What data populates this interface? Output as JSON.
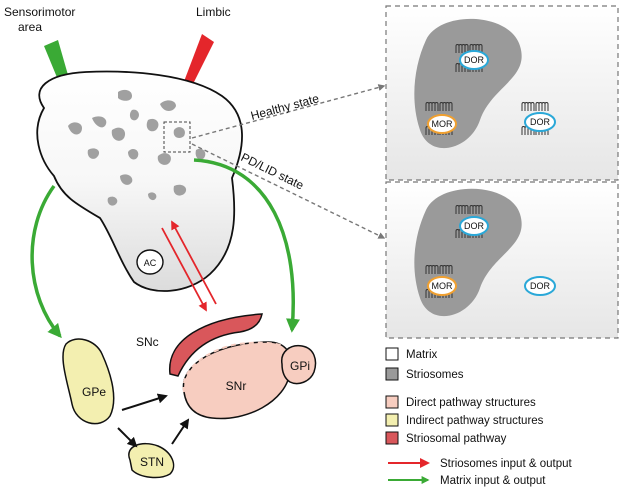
{
  "colors": {
    "green": "#3aaa35",
    "red": "#e4262b",
    "grey": "#9a9a9a",
    "striatum_fill": "#f2f2f2",
    "yellow": "#f3efb0",
    "pink": "#f7cdc0",
    "striosomal": "#d9575b",
    "dor_ring": "#2aa8d8",
    "mor_ring": "#f0a030"
  },
  "labels": {
    "sensorimotor": "Sensorimotor",
    "area": "area",
    "limbic": "Limbic",
    "healthy_state": "Healthy state",
    "pd_lid_state": "PD/LID state",
    "ac": "AC",
    "snc": "SNc",
    "snr": "SNr",
    "gpi": "GPi",
    "gpe": "GPe",
    "stn": "STN"
  },
  "insets": [
    {
      "name": "healthy",
      "receptors": [
        {
          "label": "DOR"
        },
        {
          "label": "MOR"
        },
        {
          "label": "DOR"
        }
      ]
    },
    {
      "name": "pd-lid",
      "receptors": [
        {
          "label": "DOR"
        },
        {
          "label": "MOR"
        },
        {
          "label": "DOR"
        }
      ]
    }
  ],
  "legend": {
    "items": [
      {
        "label": "Matrix",
        "color": "#ffffff"
      },
      {
        "label": "Striosomes",
        "color": "#9a9a9a"
      },
      {
        "label": "Direct pathway structures",
        "color": "#f7cdc0"
      },
      {
        "label": "Indirect pathway structures",
        "color": "#f3efb0"
      },
      {
        "label": "Striosomal pathway",
        "color": "#d9575b"
      }
    ],
    "arrows": [
      {
        "label": "Striosomes input & output",
        "color": "#e4262b"
      },
      {
        "label": "Matrix input & output",
        "color": "#3aaa35"
      }
    ]
  }
}
